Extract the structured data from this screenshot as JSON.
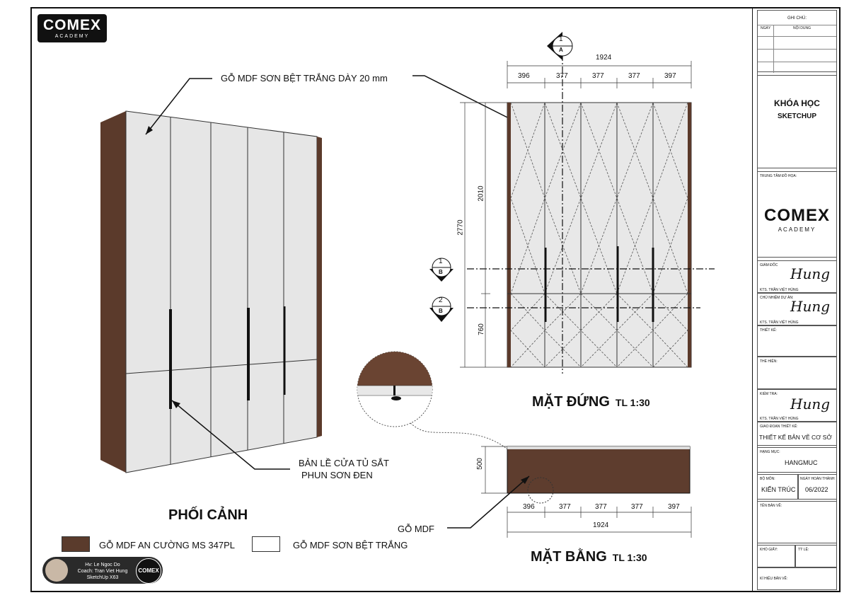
{
  "logo": {
    "main": "COMEX",
    "sub": "ACADEMY"
  },
  "perspective": {
    "label_top": "GỖ MDF SƠN BỆT TRẮNG DÀY 20 mm",
    "label_hinge_1": "BẢN LỀ CỬA TỦ SẮT",
    "label_hinge_2": "PHUN SƠN ĐEN",
    "title": "PHỐI CẢNH"
  },
  "legend": {
    "wood_label": "GỖ MDF AN CƯỜNG MS 347PL",
    "white_label": "GỖ MDF SƠN BỆT TRẮNG",
    "wood_color": "#5a3b2c"
  },
  "elevation": {
    "title": "MẶT ĐỨNG",
    "scale": "TL 1:30",
    "total_width": "1924",
    "widths": [
      "396",
      "377",
      "377",
      "377",
      "397"
    ],
    "height_total": "2770",
    "height_upper": "2010",
    "height_lower": "760",
    "marker_a_num": "1",
    "marker_a_letter": "A",
    "marker_b1_num": "1",
    "marker_b1_letter": "B",
    "marker_b2_num": "2",
    "marker_b2_letter": "B"
  },
  "plan": {
    "title": "MẶT BẰNG",
    "scale": "TL 1:30",
    "depth": "500",
    "total_width": "1924",
    "widths": [
      "396",
      "377",
      "377",
      "377",
      "397"
    ],
    "label_mdf": "GỖ MDF"
  },
  "titleblock": {
    "ghi_chu": "GHI CHÚ:",
    "ngay": "NGÀY",
    "noi_dung": "NỘI DUNG",
    "course_1": "KHÓA HỌC",
    "course_2": "SKETCHUP",
    "trung_tam": "TRUNG TÂM ĐỒ HỌA:",
    "logo_main": "COMEX",
    "logo_sub": "ACADEMY",
    "giam_doc": "GIÁM ĐỐC",
    "kts_1": "KTS. TRẦN VIỆT HÙNG",
    "chu_nhiem": "CHỦ NHIỆM DỰ ÁN:",
    "kts_2": "KTS. TRẦN VIỆT HÙNG",
    "thiet_ke": "THIẾT KẾ:",
    "the_hien": "THỂ HIỆN:",
    "kiem_tra": "KIỂM TRA:",
    "kts_3": "KTS. TRẦN VIỆT HÙNG",
    "giai_doan": "GIAO ĐOẠN THIẾT KẾ:",
    "giai_doan_val": "THIẾT KẾ BẢN VẼ CƠ SỞ",
    "hang_muc": "HẠNG MỤC:",
    "hang_muc_val": "HANGMUC",
    "bo_mon": "BỘ MÔN:",
    "bo_mon_val": "KIẾN TRÚC",
    "ngay_ht": "NGÀY HOÀN THÀNH:",
    "ngay_ht_val": "06/2022",
    "ten_ban_ve": "TÊN BẢN VẼ:",
    "kho_giay": "KHỔ GIẤY:",
    "ty_le": "TỶ LỆ:",
    "ki_hieu": "KÍ HIỆU BẢN VẼ:",
    "signature": "Hung"
  },
  "badge": {
    "line1": "Hv: Le Ngoc Do",
    "line2": "Coach: Tran Viet Hung",
    "line3": "SketchUp X63",
    "logo": "COMEX"
  }
}
